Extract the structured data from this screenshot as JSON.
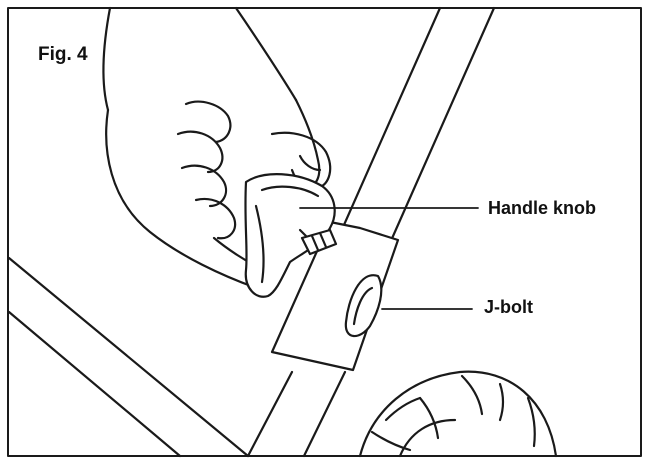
{
  "figure": {
    "title": "Fig. 4",
    "callouts": {
      "handle_knob": "Handle knob",
      "j_bolt": "J-bolt"
    },
    "style": {
      "line_color": "#1a1a1a",
      "background": "#ffffff"
    }
  }
}
